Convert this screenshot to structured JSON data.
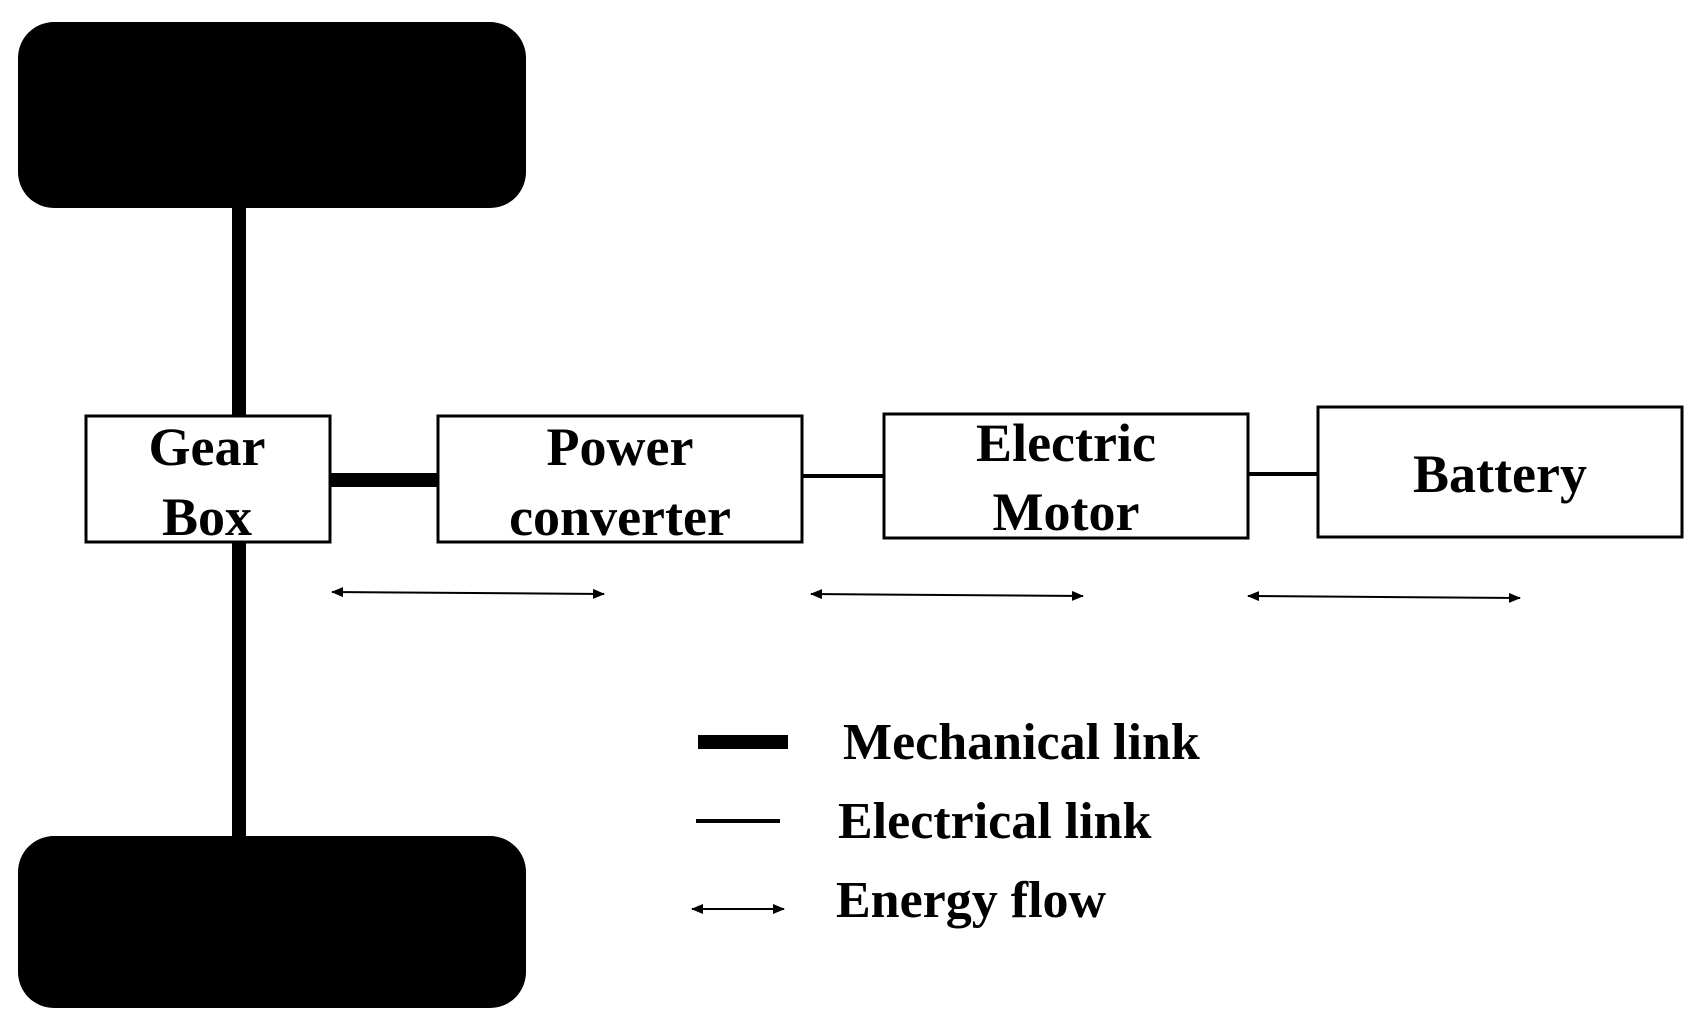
{
  "colors": {
    "ink": "#000000",
    "background": "#ffffff"
  },
  "components": {
    "gearbox": {
      "line1": "Gear",
      "line2": "Box"
    },
    "power_converter": {
      "line1": "Power",
      "line2": "converter"
    },
    "electric_motor": {
      "line1": "Electric",
      "line2": "Motor"
    },
    "battery": {
      "label": "Battery"
    }
  },
  "legend": {
    "mechanical_link": "Mechanical link",
    "electrical_link": "Electrical link",
    "energy_flow": "Energy flow"
  }
}
